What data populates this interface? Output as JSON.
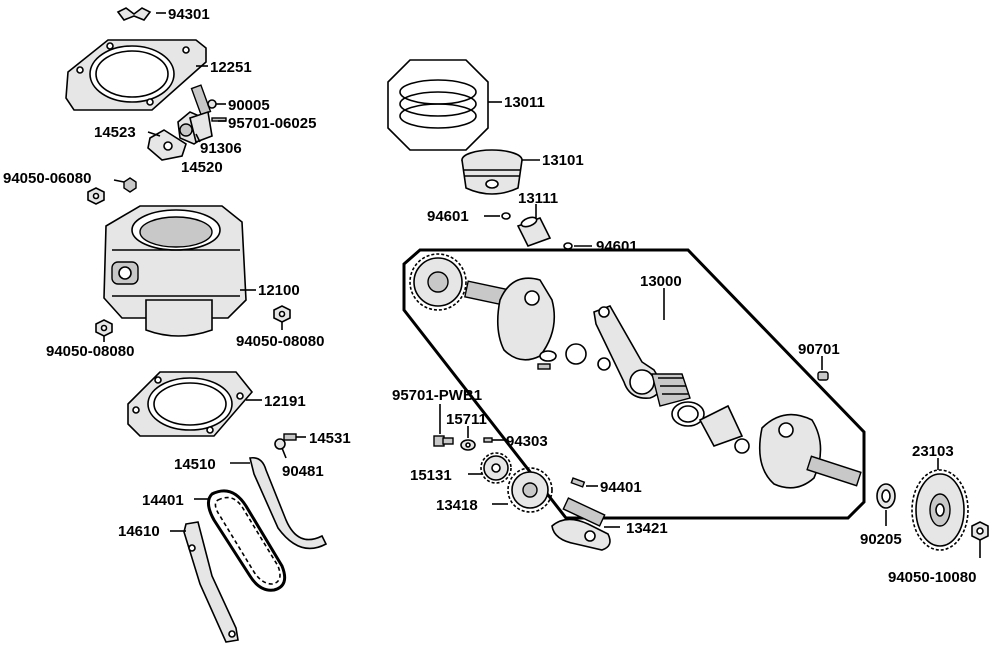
{
  "parts": {
    "p94301": "94301",
    "p12251": "12251",
    "p90005": "90005",
    "p95701_06025": "95701-06025",
    "p14523": "14523",
    "p91306": "91306",
    "p14520": "14520",
    "p94050_06080": "94050-06080",
    "p12100": "12100",
    "p94050_08080_l": "94050-08080",
    "p94050_08080_r": "94050-08080",
    "p12191": "12191",
    "p14531": "14531",
    "p90481": "90481",
    "p14510": "14510",
    "p14401": "14401",
    "p14610": "14610",
    "p13011": "13011",
    "p13101": "13101",
    "p13111": "13111",
    "p94601_l": "94601",
    "p94601_r": "94601",
    "p13000": "13000",
    "p90701": "90701",
    "p95701_PWB1": "95701-PWB1",
    "p15711": "15711",
    "p94303": "94303",
    "p15131": "15131",
    "p94401": "94401",
    "p13418": "13418",
    "p13421": "13421",
    "p23103": "23103",
    "p90205": "90205",
    "p94050_10080": "94050-10080"
  }
}
